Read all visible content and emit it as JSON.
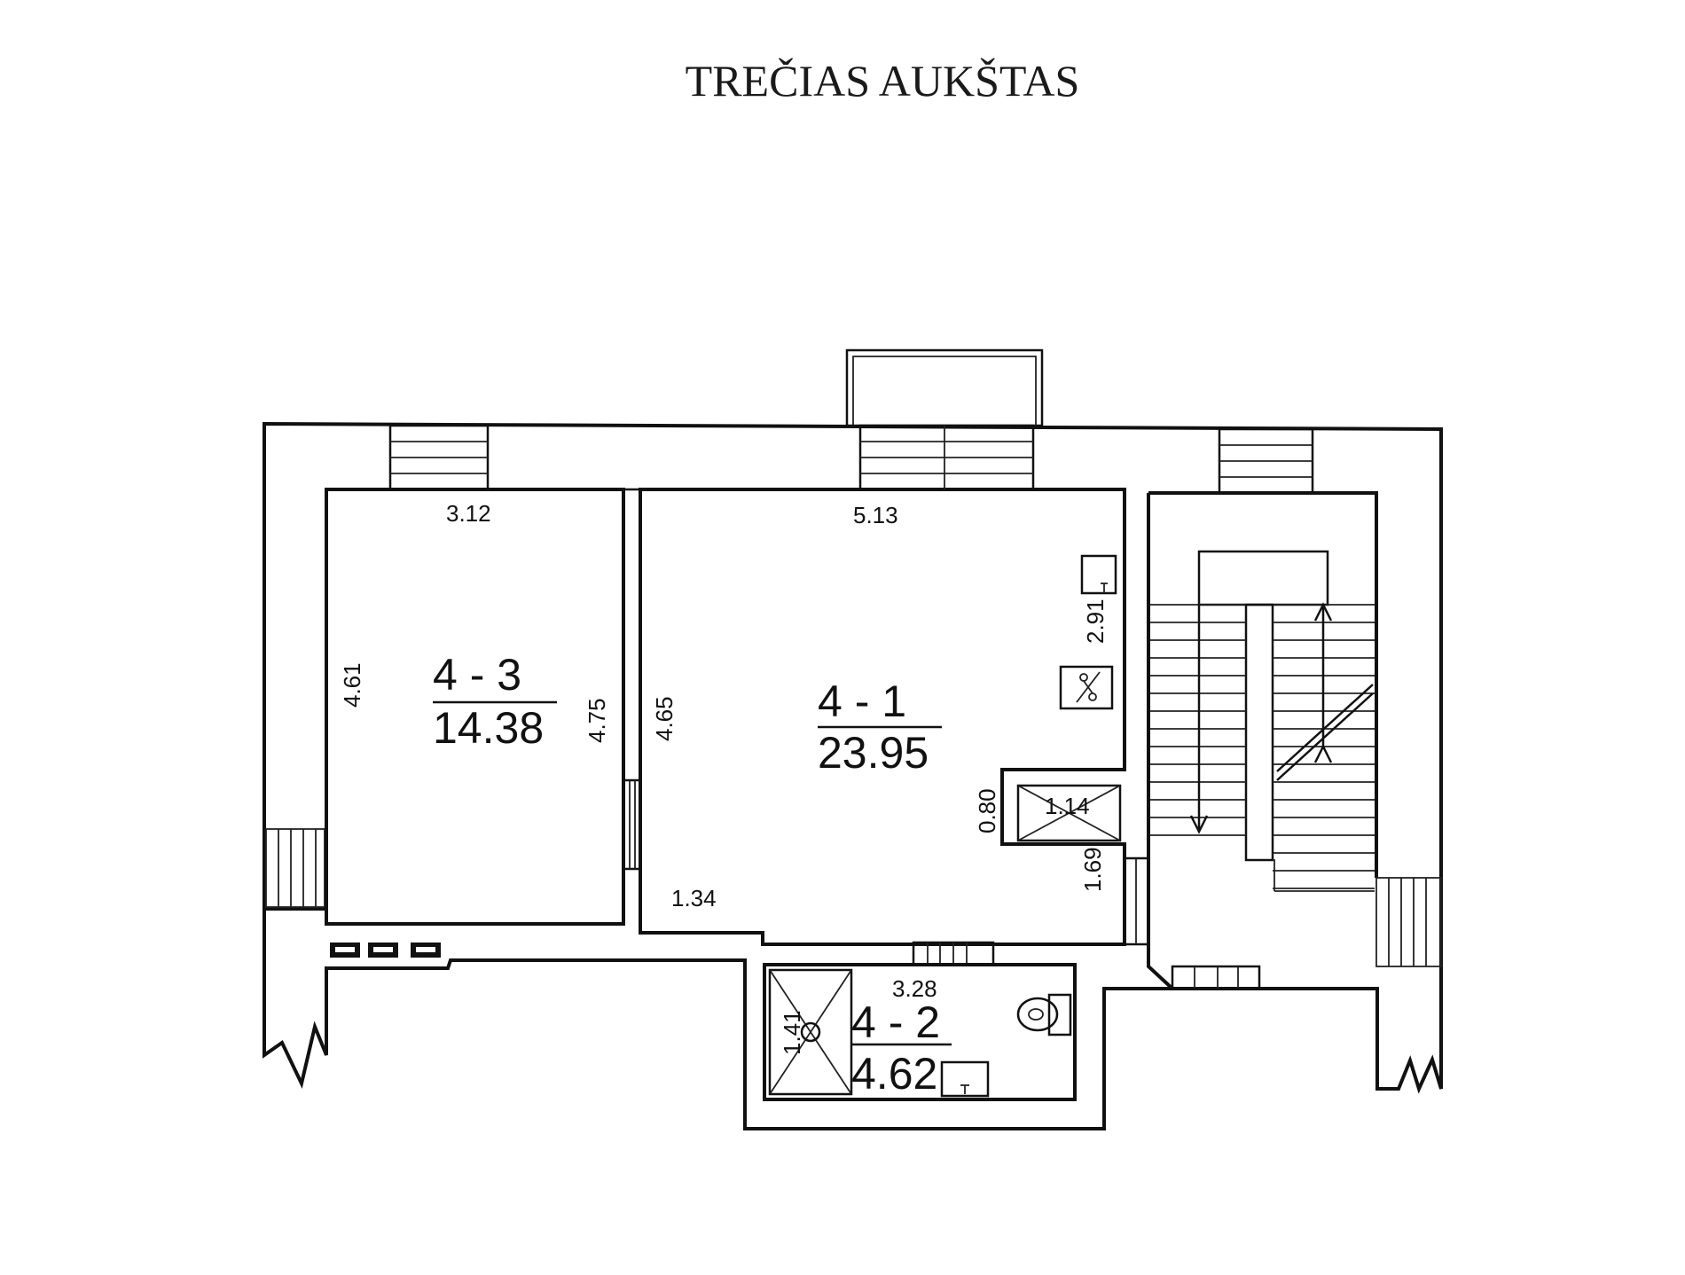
{
  "title": "TREČIAS AUKŠTAS",
  "rooms": [
    {
      "id": "4 - 3",
      "area": "14.38"
    },
    {
      "id": "4 - 1",
      "area": "23.95"
    },
    {
      "id": "4 - 2",
      "area": "4.62"
    }
  ],
  "dimensions": {
    "r3_width": "3.12",
    "r3_left": "4.61",
    "r3_right": "4.75",
    "r1_width": "5.13",
    "r1_left": "4.65",
    "r1_right": "2.91",
    "r1_bottom": "1.34",
    "closet_depth": "0.80",
    "closet_area": "1.14",
    "closet_side": "1.69",
    "bath_width": "3.28",
    "bath_side": "1.41"
  }
}
